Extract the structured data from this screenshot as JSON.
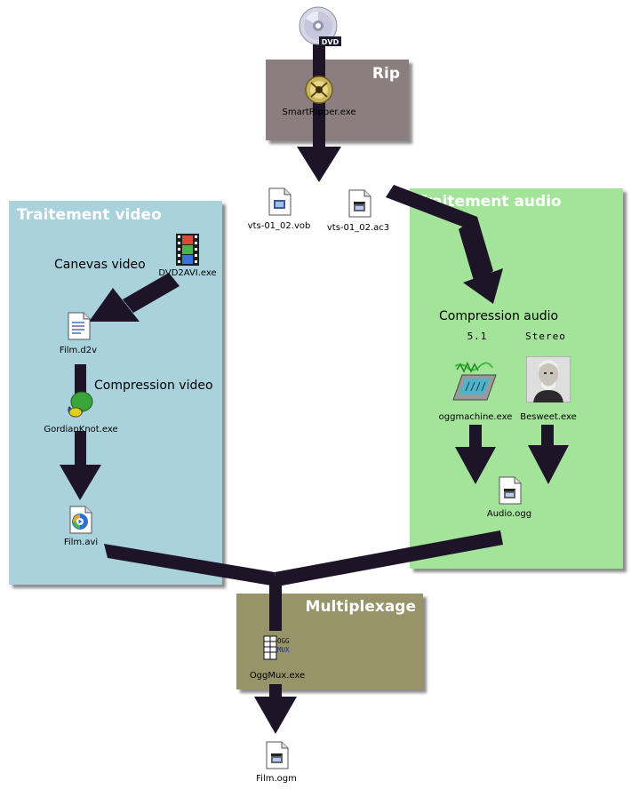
{
  "panels": {
    "rip": {
      "title": "Rip",
      "color": "#8a7e80"
    },
    "video": {
      "title": "Traitement video",
      "color": "#a9d2dc"
    },
    "audio": {
      "title": "Traitement audio",
      "color": "#a4e49a"
    },
    "mux": {
      "title": "Multiplexage",
      "color": "#98946a"
    }
  },
  "sections": {
    "canevas_video": "Canevas video",
    "compression_video": "Compression video",
    "compression_audio": "Compression audio"
  },
  "channels": {
    "surround": "5.1",
    "stereo": "Stereo"
  },
  "nodes": {
    "dvd": {
      "badge": "DVD"
    },
    "smartripper": "SmartRipper.exe",
    "vob": "vts-01_02.vob",
    "ac3": "vts-01_02.ac3",
    "dvd2avi": "DVD2AVI.exe",
    "d2v": "Film.d2v",
    "gordian": "GordianKnot.exe",
    "avi": "Film.avi",
    "oggmachine": "oggmachine.exe",
    "besweet": "Besweet.exe",
    "audio_ogg": "Audio.ogg",
    "oggmux": {
      "label": "OggMux.exe",
      "glyph_top": "OGG",
      "glyph_bottom": "MUX"
    },
    "film_ogm": "Film.ogm"
  },
  "arrow_color": "#1e1428"
}
